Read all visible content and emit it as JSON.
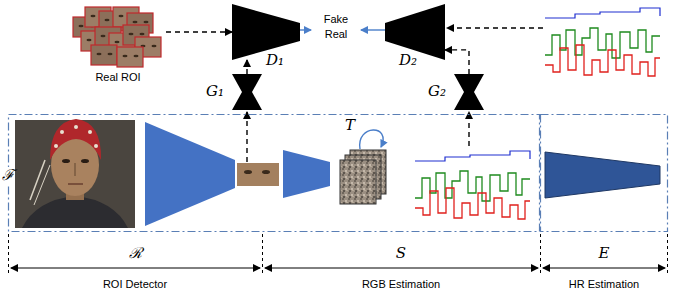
{
  "diagram": {
    "nodes": [
      {
        "text": [
          "Real ROI"
        ]
      },
      {
        "text": [
          "D₁"
        ]
      },
      {
        "text": [
          "D₂"
        ]
      },
      {
        "text": [
          "G₁"
        ]
      },
      {
        "text": [
          "G₂"
        ]
      },
      {
        "text": [
          "ℱ"
        ]
      }
    ],
    "edges": [
      {
        "from": 0,
        "to": 1,
        "arrow": "to"
      },
      {
        "from": 3,
        "to": 1,
        "arrow": "to"
      },
      {
        "from": 4,
        "to": 2,
        "arrow": "to"
      }
    ],
    "labels": [
      "Fake Real",
      "T",
      "ℛ",
      "S",
      "E",
      "ROI Detector",
      "RGB Estimation",
      "HR Estimation"
    ]
  }
}
